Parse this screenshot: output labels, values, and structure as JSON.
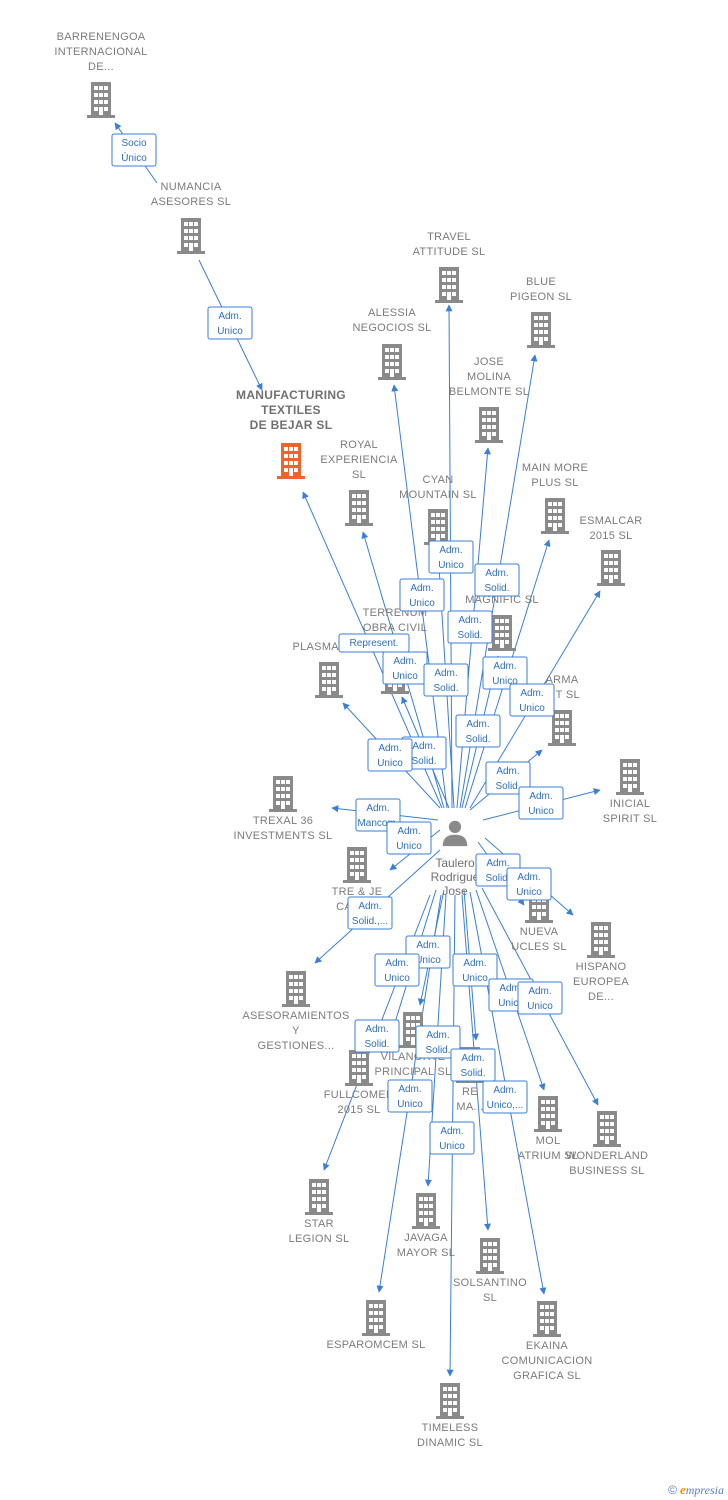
{
  "colors": {
    "edge": "#3a7fd4",
    "building": "#8a8a8a",
    "focus_building": "#f0642c",
    "person": "#8a8a8a"
  },
  "nodes": [
    {
      "id": "barrenengoa",
      "lines": [
        "BARRENENGOA",
        "INTERNACIONAL",
        "DE..."
      ],
      "icon": "building-icon"
    },
    {
      "id": "numancia",
      "lines": [
        "NUMANCIA",
        "ASESORES  SL"
      ],
      "icon": "building-icon"
    },
    {
      "id": "manufacturing",
      "lines": [
        "MANUFACTURING",
        "TEXTILES",
        "DE BEJAR  SL"
      ],
      "icon": "building-icon",
      "focus": true
    },
    {
      "id": "travel",
      "lines": [
        "TRAVEL",
        "ATTITUDE  SL"
      ],
      "icon": "building-icon"
    },
    {
      "id": "blue",
      "lines": [
        "BLUE",
        "PIGEON  SL"
      ],
      "icon": "building-icon"
    },
    {
      "id": "alessia",
      "lines": [
        "ALESSIA",
        "NEGOCIOS  SL"
      ],
      "icon": "building-icon"
    },
    {
      "id": "jose",
      "lines": [
        "JOSE",
        "MOLINA",
        "BELMONTE  SL"
      ],
      "icon": "building-icon"
    },
    {
      "id": "royal",
      "lines": [
        "ROYAL",
        "EXPERIENCIA",
        "SL"
      ],
      "icon": "building-icon"
    },
    {
      "id": "cyan",
      "lines": [
        "CYAN",
        "MOUNTAIN  SL"
      ],
      "icon": "building-icon"
    },
    {
      "id": "mainmore",
      "lines": [
        "MAIN MORE",
        "PLUS  SL"
      ],
      "icon": "building-icon"
    },
    {
      "id": "esmalcar",
      "lines": [
        "ESMALCAR",
        "2015  SL"
      ],
      "icon": "building-icon"
    },
    {
      "id": "magnific",
      "lines": [
        "MAGNIFIC  SL"
      ],
      "icon": "building-icon"
    },
    {
      "id": "terrenum",
      "lines": [
        "TERRENUM",
        "OBRA CIVIL"
      ],
      "icon": "building-icon"
    },
    {
      "id": "plasma",
      "lines": [
        "PLASMA  5 SL"
      ],
      "icon": "building-icon"
    },
    {
      "id": "arma",
      "lines": [
        "ARMA",
        "INT  SL"
      ],
      "icon": "building-icon"
    },
    {
      "id": "inicial",
      "lines": [
        "INICIAL",
        "SPIRIT  SL"
      ],
      "icon": "building-icon"
    },
    {
      "id": "trexal",
      "lines": [
        "TREXAL 36",
        "INVESTMENTS SL"
      ],
      "icon": "building-icon"
    },
    {
      "id": "tre",
      "lines": [
        "TRE & JE",
        "CANA..."
      ],
      "icon": "building-icon"
    },
    {
      "id": "nueva",
      "lines": [
        "NUEVA",
        "UCLES  SL"
      ],
      "icon": "building-icon"
    },
    {
      "id": "hispano",
      "lines": [
        "HISPANO",
        "EUROPEA",
        "DE..."
      ],
      "icon": "building-icon"
    },
    {
      "id": "asesoramientos",
      "lines": [
        "ASESORAMIENTOS",
        "Y",
        "GESTIONES..."
      ],
      "icon": "building-icon"
    },
    {
      "id": "vilanorte",
      "lines": [
        "VILANORTE",
        "PRINCIPAL  SL"
      ],
      "icon": "building-icon"
    },
    {
      "id": "fullcomer",
      "lines": [
        "FULLCOMER",
        "2015  SL"
      ],
      "icon": "building-icon"
    },
    {
      "id": "re",
      "lines": [
        "RE",
        "MA..."
      ],
      "icon": "building-icon"
    },
    {
      "id": "mol",
      "lines": [
        "MOL",
        "ATRIUM  SL"
      ],
      "icon": "building-icon"
    },
    {
      "id": "wonderland",
      "lines": [
        "WONDERLAND",
        "BUSINESS  SL"
      ],
      "icon": "building-icon"
    },
    {
      "id": "star",
      "lines": [
        "STAR",
        "LEGION  SL"
      ],
      "icon": "building-icon"
    },
    {
      "id": "javaga",
      "lines": [
        "JAVAGA",
        "MAYOR  SL"
      ],
      "icon": "building-icon"
    },
    {
      "id": "solsantino",
      "lines": [
        "SOLSANTINO",
        "SL"
      ],
      "icon": "building-icon"
    },
    {
      "id": "esparomcem",
      "lines": [
        "ESPAROMCEM SL"
      ],
      "icon": "building-icon"
    },
    {
      "id": "ekaina",
      "lines": [
        "EKAINA",
        "COMUNICACION",
        "GRAFICA  SL"
      ],
      "icon": "building-icon"
    },
    {
      "id": "timeless",
      "lines": [
        "TIMELESS",
        "DINAMIC  SL"
      ],
      "icon": "building-icon"
    }
  ],
  "person": {
    "id": "taulero",
    "lines": [
      "Taulero",
      "Rodrigue",
      "Jose"
    ],
    "icon": "person-icon"
  },
  "edges": [
    {
      "from": "numancia",
      "to": "barrenengoa",
      "label": [
        "Socio",
        "Único"
      ]
    },
    {
      "from": "numancia",
      "to": "manufacturing",
      "label": [
        "Adm.",
        "Unico"
      ]
    },
    {
      "from": "taulero",
      "to": "manufacturing",
      "label": [
        "Represent."
      ]
    },
    {
      "from": "taulero",
      "to": "travel",
      "label": [
        "Adm.",
        "Unico"
      ]
    },
    {
      "from": "taulero",
      "to": "blue",
      "label": [
        "Adm.",
        "Solid."
      ]
    },
    {
      "from": "taulero",
      "to": "alessia",
      "label": [
        "Adm.",
        "Unico"
      ]
    },
    {
      "from": "taulero",
      "to": "jose",
      "label": [
        "Adm.",
        "Solid."
      ]
    },
    {
      "from": "taulero",
      "to": "royal",
      "label": [
        "Adm.",
        "Unico"
      ]
    },
    {
      "from": "taulero",
      "to": "cyan",
      "label": [
        "Adm.",
        "Solid."
      ]
    },
    {
      "from": "taulero",
      "to": "mainmore",
      "label": [
        "Adm.",
        "Unico"
      ]
    },
    {
      "from": "taulero",
      "to": "esmalcar",
      "label": [
        "Adm.",
        "Unico"
      ]
    },
    {
      "from": "taulero",
      "to": "magnific",
      "label": [
        "Adm.",
        "Solid."
      ]
    },
    {
      "from": "taulero",
      "to": "terrenum",
      "label": [
        "Adm.",
        "Solid."
      ]
    },
    {
      "from": "taulero",
      "to": "plasma",
      "label": [
        "Adm.",
        "Unico"
      ]
    },
    {
      "from": "taulero",
      "to": "arma",
      "label": [
        "Adm.",
        "Solid."
      ]
    },
    {
      "from": "taulero",
      "to": "inicial",
      "label": [
        "Adm.",
        "Unico"
      ]
    },
    {
      "from": "taulero",
      "to": "trexal",
      "label": [
        "Adm.",
        "Mancom."
      ]
    },
    {
      "from": "taulero",
      "to": "tre",
      "label": [
        "Adm.",
        "Unico"
      ]
    },
    {
      "from": "taulero",
      "to": "nueva",
      "label": [
        "Adm.",
        "Solid."
      ]
    },
    {
      "from": "taulero",
      "to": "hispano",
      "label": [
        "Adm.",
        "Unico"
      ]
    },
    {
      "from": "taulero",
      "to": "asesoramientos",
      "label": [
        "Adm.",
        "Solid.,..."
      ]
    },
    {
      "from": "taulero",
      "to": "vilanorte",
      "label": [
        "Adm.",
        "Unico"
      ]
    },
    {
      "from": "taulero",
      "to": "fullcomer",
      "label": [
        "Adm.",
        "Unico"
      ]
    },
    {
      "from": "taulero",
      "to": "re",
      "label": [
        "Adm.",
        "Unico"
      ]
    },
    {
      "from": "taulero",
      "to": "mol",
      "label": [
        "Adm.",
        "Unico"
      ]
    },
    {
      "from": "taulero",
      "to": "wonderland",
      "label": [
        "Adm.",
        "Unico"
      ]
    },
    {
      "from": "taulero",
      "to": "star",
      "label": [
        "Adm.",
        "Solid."
      ]
    },
    {
      "from": "taulero",
      "to": "javaga",
      "label": [
        "Adm.",
        "Solid."
      ]
    },
    {
      "from": "taulero",
      "to": "solsantino",
      "label": [
        "Adm.",
        "Solid."
      ]
    },
    {
      "from": "taulero",
      "to": "esparomcem",
      "label": [
        "Adm.",
        "Unico"
      ]
    },
    {
      "from": "taulero",
      "to": "ekaina",
      "label": [
        "Adm.",
        "Unico,..."
      ]
    },
    {
      "from": "taulero",
      "to": "timeless",
      "label": [
        "Adm.",
        "Unico"
      ]
    }
  ],
  "footer": {
    "copyright": "©",
    "brand_initial": "e",
    "brand_rest": "mpresia"
  }
}
